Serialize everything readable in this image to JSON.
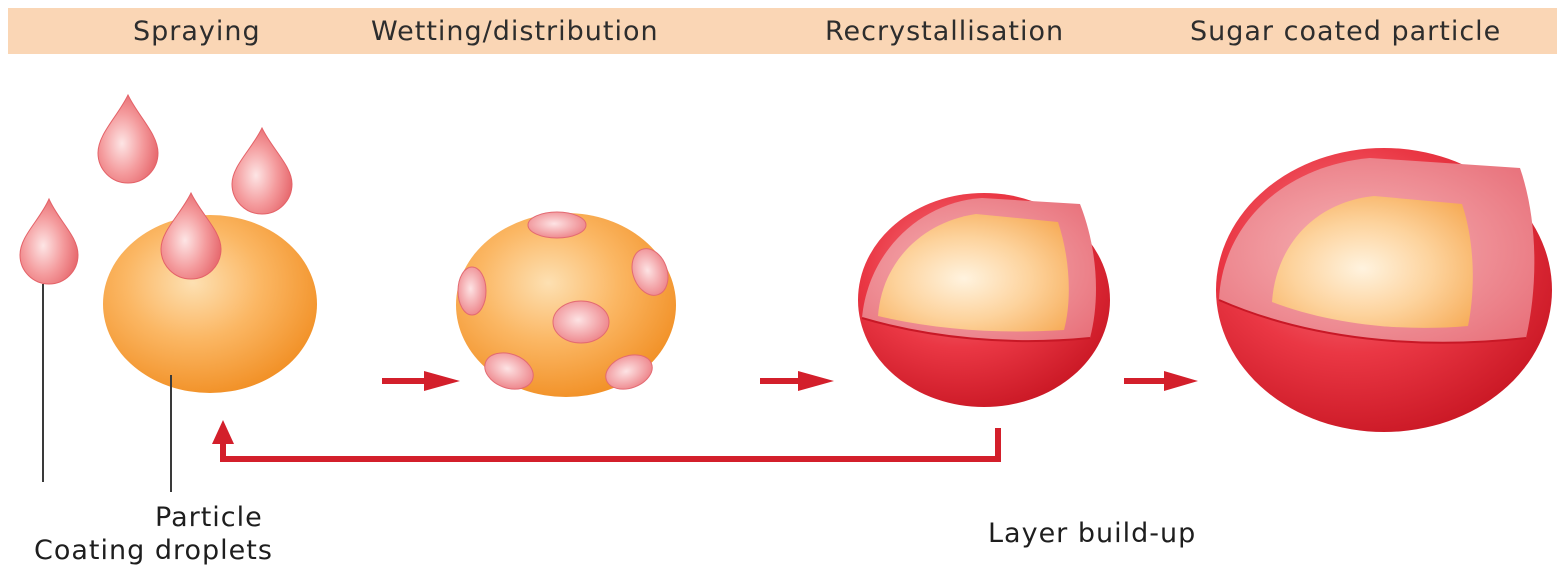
{
  "header": {
    "stages": [
      "Spraying",
      "Wetting/distribution",
      "Recrystallisation",
      "Sugar coated particle"
    ]
  },
  "labels": {
    "particle": "Particle",
    "coating_droplets": "Coating droplets",
    "layer_build_up": "Layer build-up"
  },
  "colors": {
    "header_band": "#fad6b5",
    "particle_orange": "#f7a13e",
    "coating_red": "#dd1c2b",
    "droplet_pink": "#ef7b80",
    "arrow_red": "#d31f2b"
  }
}
